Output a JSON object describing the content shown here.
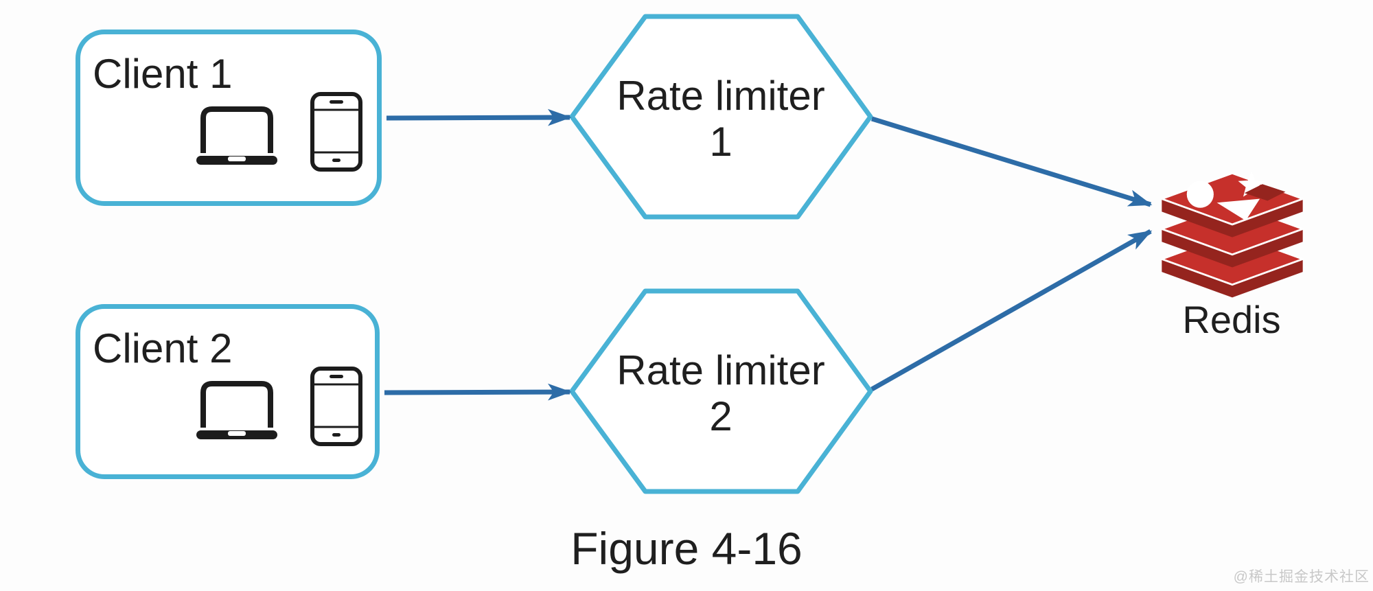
{
  "diagram": {
    "clients": [
      {
        "label": "Client 1"
      },
      {
        "label": "Client 2"
      }
    ],
    "rate_limiters": [
      {
        "line1": "Rate limiter",
        "line2": "1"
      },
      {
        "line1": "Rate limiter",
        "line2": "2"
      }
    ],
    "redis_label": "Redis",
    "caption": "Figure 4-16",
    "watermark": "@稀土掘金技术社区",
    "icons": [
      "laptop-icon",
      "smartphone-icon",
      "redis-database-icon"
    ],
    "connections": [
      {
        "from": "Client 1",
        "to": "Rate limiter 1"
      },
      {
        "from": "Client 2",
        "to": "Rate limiter 2"
      },
      {
        "from": "Rate limiter 1",
        "to": "Redis"
      },
      {
        "from": "Rate limiter 2",
        "to": "Redis"
      }
    ],
    "colors": {
      "node_border": "#49b2d5",
      "arrow": "#2d6ca7",
      "redis_red": "#c6302b",
      "redis_dark": "#95241e",
      "icon": "#1c1c1c",
      "text": "#1f1f1f",
      "watermark": "#c8c8c8"
    }
  }
}
